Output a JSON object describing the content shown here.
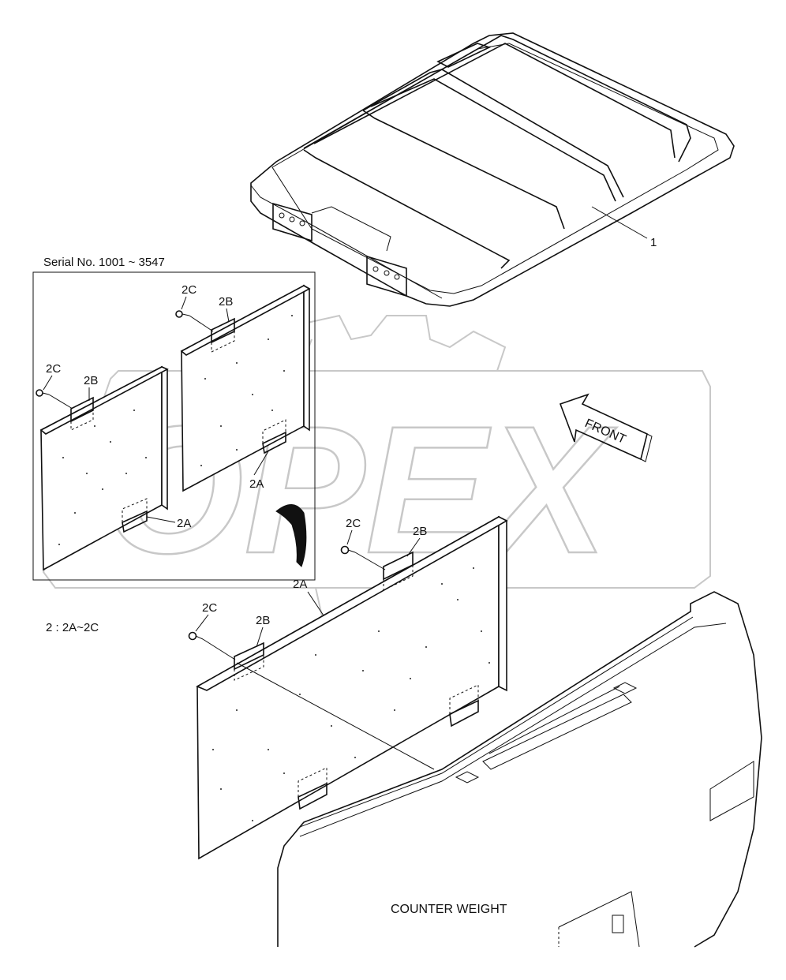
{
  "labels": {
    "part_1": "1",
    "serial": "Serial No. 1001 ~ 3547",
    "kit": "2 : 2A~2C",
    "a": "2A",
    "b": "2B",
    "c": "2C",
    "front": "FRONT",
    "counter_weight": "COUNTER WEIGHT",
    "watermark": "OPEX"
  }
}
